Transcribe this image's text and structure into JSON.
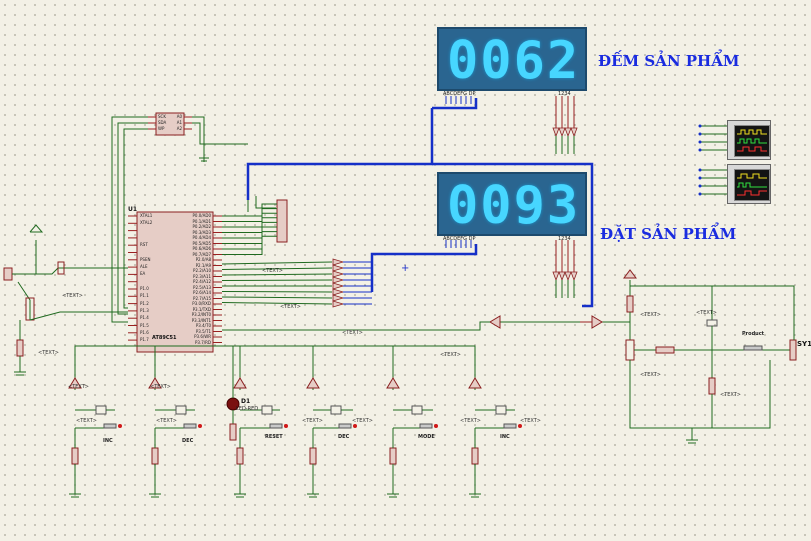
{
  "displays": {
    "counter": {
      "value": "0062",
      "label": "ĐẾM SẢN PHẨM",
      "pins_left": "ABCDEFG DP",
      "pins_right": "1234"
    },
    "setpoint": {
      "value": "0093",
      "label": "ĐẶT SẢN PHẨM",
      "pins_left": "ABCDEFG DP",
      "pins_right": "1234"
    }
  },
  "mcu": {
    "ref": "U1",
    "part": "AT89C51",
    "left_pins": [
      "XTAL1",
      "XTAL2",
      "",
      "",
      "RST",
      "",
      "PSEN",
      "ALE",
      "EA",
      "",
      "P1.0",
      "P1.1",
      "P1.2",
      "P1.3",
      "P1.4",
      "P1.5",
      "P1.6",
      "P1.7"
    ],
    "right_pins": [
      "P0.0/AD0",
      "P0.1/AD1",
      "P0.2/AD2",
      "P0.3/AD3",
      "P0.4/AD4",
      "P0.5/AD5",
      "P0.6/AD6",
      "P0.7/AD7",
      "P2.0/A8",
      "P2.1/A9",
      "P2.2/A10",
      "P2.3/A11",
      "P2.4/A12",
      "P2.5/A13",
      "P2.6/A14",
      "P2.7/A15",
      "P3.0/RXD",
      "P3.1/TXD",
      "P3.2/INT0",
      "P3.3/INT1",
      "P3.4/T0",
      "P3.5/T1",
      "P3.6/WR",
      "P3.7/RD"
    ]
  },
  "eeprom_pins": {
    "left": [
      "SCK",
      "SDA",
      "WP"
    ],
    "right": [
      "A0",
      "A1",
      "A2"
    ]
  },
  "led": {
    "ref": "D1",
    "part": "LED-RED"
  },
  "buttons": [
    {
      "label": "INC"
    },
    {
      "label": "DEC"
    },
    {
      "label": "RESET"
    },
    {
      "label": "DEC"
    },
    {
      "label": "MODE"
    },
    {
      "label": "INC"
    },
    {
      "label": "Product"
    }
  ],
  "sensor_label": "SY1",
  "text_tag": "<TEXT>"
}
